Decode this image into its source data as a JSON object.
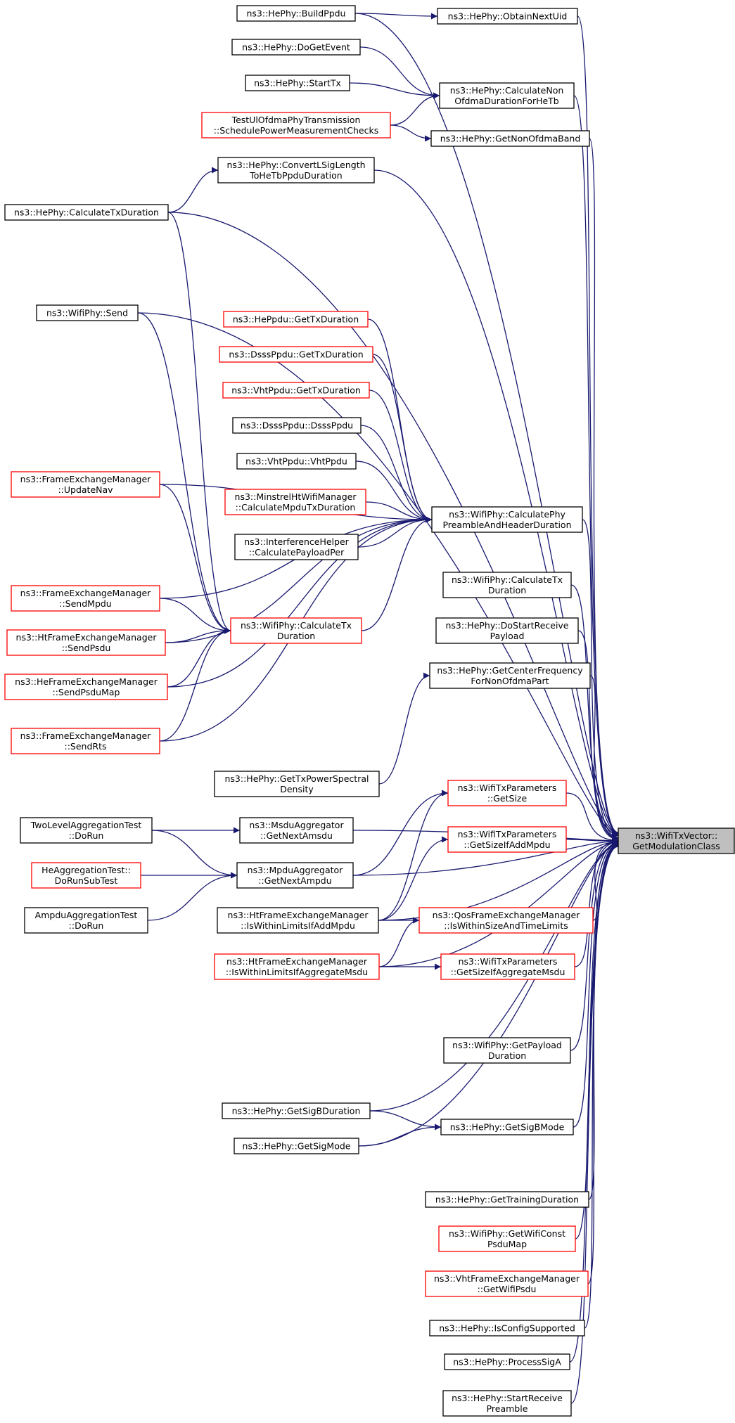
{
  "colors": {
    "edge": "#191970",
    "border_normal": "#000000",
    "border_truncated": "#ff0000",
    "root_fill": "#bfbfbf",
    "node_fill": "#ffffff"
  },
  "root_id": "gmc",
  "nodes": [
    {
      "id": "gmc",
      "lines": [
        "ns3::WifiTxVector::",
        "GetModulationClass"
      ],
      "style": "root"
    },
    {
      "id": "buildppdu",
      "lines": [
        "ns3::HePhy::BuildPpdu"
      ],
      "style": "normal"
    },
    {
      "id": "obtainnextuid",
      "lines": [
        "ns3::HePhy::ObtainNextUid"
      ],
      "style": "normal"
    },
    {
      "id": "dogetevent",
      "lines": [
        "ns3::HePhy::DoGetEvent"
      ],
      "style": "normal"
    },
    {
      "id": "starttx",
      "lines": [
        "ns3::HePhy::StartTx"
      ],
      "style": "normal"
    },
    {
      "id": "calcnonofdma",
      "lines": [
        "ns3::HePhy::CalculateNon",
        "OfdmaDurationForHeTb"
      ],
      "style": "normal"
    },
    {
      "id": "testul",
      "lines": [
        "TestUlOfdmaPhyTransmission",
        "::SchedulePowerMeasurementChecks"
      ],
      "style": "truncated"
    },
    {
      "id": "getnonofdmaband",
      "lines": [
        "ns3::HePhy::GetNonOfdmaBand"
      ],
      "style": "normal"
    },
    {
      "id": "convertlsig",
      "lines": [
        "ns3::HePhy::ConvertLSigLength",
        "ToHeTbPpduDuration"
      ],
      "style": "normal"
    },
    {
      "id": "hephycalctx",
      "lines": [
        "ns3::HePhy::CalculateTxDuration"
      ],
      "style": "normal"
    },
    {
      "id": "wifiphysend",
      "lines": [
        "ns3::WifiPhy::Send"
      ],
      "style": "normal"
    },
    {
      "id": "heppdu",
      "lines": [
        "ns3::HePpdu::GetTxDuration"
      ],
      "style": "truncated"
    },
    {
      "id": "dsssppdutx",
      "lines": [
        "ns3::DsssPpdu::GetTxDuration"
      ],
      "style": "truncated"
    },
    {
      "id": "vhtppdutx",
      "lines": [
        "ns3::VhtPpdu::GetTxDuration"
      ],
      "style": "truncated"
    },
    {
      "id": "dsssppductor",
      "lines": [
        "ns3::DsssPpdu::DsssPpdu"
      ],
      "style": "normal"
    },
    {
      "id": "vhtppductor",
      "lines": [
        "ns3::VhtPpdu::VhtPpdu"
      ],
      "style": "normal"
    },
    {
      "id": "updatenav",
      "lines": [
        "ns3::FrameExchangeManager",
        "::UpdateNav"
      ],
      "style": "truncated"
    },
    {
      "id": "minstrel",
      "lines": [
        "ns3::MinstrelHtWifiManager",
        "::CalculateMpduTxDuration"
      ],
      "style": "truncated"
    },
    {
      "id": "calcpreamble",
      "lines": [
        "ns3::WifiPhy::CalculatePhy",
        "PreambleAndHeaderDuration"
      ],
      "style": "normal"
    },
    {
      "id": "interference",
      "lines": [
        "ns3::InterferenceHelper",
        "::CalculatePayloadPer"
      ],
      "style": "normal"
    },
    {
      "id": "sendmpdu",
      "lines": [
        "ns3::FrameExchangeManager",
        "::SendMpdu"
      ],
      "style": "truncated"
    },
    {
      "id": "wifiphycalctxstatic",
      "lines": [
        "ns3::WifiPhy::CalculateTx",
        "Duration"
      ],
      "style": "normal"
    },
    {
      "id": "dostartreceive",
      "lines": [
        "ns3::HePhy::DoStartReceive",
        "Payload"
      ],
      "style": "normal"
    },
    {
      "id": "htsendpsdu",
      "lines": [
        "ns3::HtFrameExchangeManager",
        "::SendPsdu"
      ],
      "style": "truncated"
    },
    {
      "id": "wifiphycalctx",
      "lines": [
        "ns3::WifiPhy::CalculateTx",
        "Duration"
      ],
      "style": "truncated"
    },
    {
      "id": "hesendpsdumap",
      "lines": [
        "ns3::HeFrameExchangeManager",
        "::SendPsduMap"
      ],
      "style": "truncated"
    },
    {
      "id": "getcenterfreq",
      "lines": [
        "ns3::HePhy::GetCenterFrequency",
        "ForNonOfdmaPart"
      ],
      "style": "normal"
    },
    {
      "id": "sendrts",
      "lines": [
        "ns3::FrameExchangeManager",
        "::SendRts"
      ],
      "style": "truncated"
    },
    {
      "id": "gettxpsd",
      "lines": [
        "ns3::HePhy::GetTxPowerSpectral",
        "Density"
      ],
      "style": "normal"
    },
    {
      "id": "getsize",
      "lines": [
        "ns3::WifiTxParameters",
        "::GetSize"
      ],
      "style": "truncated"
    },
    {
      "id": "twolevel",
      "lines": [
        "TwoLevelAggregationTest",
        "::DoRun"
      ],
      "style": "normal"
    },
    {
      "id": "msdunext",
      "lines": [
        "ns3::MsduAggregator",
        "::GetNextAmsdu"
      ],
      "style": "normal"
    },
    {
      "id": "getsizeaddmpdu",
      "lines": [
        "ns3::WifiTxParameters",
        "::GetSizeIfAddMpdu"
      ],
      "style": "truncated"
    },
    {
      "id": "heaggtest",
      "lines": [
        "HeAggregationTest::",
        "DoRunSubTest"
      ],
      "style": "truncated"
    },
    {
      "id": "mpdunext",
      "lines": [
        "ns3::MpduAggregator",
        "::GetNextAmpdu"
      ],
      "style": "normal"
    },
    {
      "id": "ampdutest",
      "lines": [
        "AmpduAggregationTest",
        "::DoRun"
      ],
      "style": "normal"
    },
    {
      "id": "qoswithin",
      "lines": [
        "ns3::QosFrameExchangeManager",
        "::IsWithinSizeAndTimeLimits"
      ],
      "style": "truncated"
    },
    {
      "id": "htwithinmpdu",
      "lines": [
        "ns3::HtFrameExchangeManager",
        "::IsWithinLimitsIfAddMpdu"
      ],
      "style": "normal"
    },
    {
      "id": "htwithinmsdu",
      "lines": [
        "ns3::HtFrameExchangeManager",
        "::IsWithinLimitsIfAggregateMsdu"
      ],
      "style": "truncated"
    },
    {
      "id": "getsizeaggmsdu",
      "lines": [
        "ns3::WifiTxParameters",
        "::GetSizeIfAggregateMsdu"
      ],
      "style": "truncated"
    },
    {
      "id": "getpayload",
      "lines": [
        "ns3::WifiPhy::GetPayload",
        "Duration"
      ],
      "style": "normal"
    },
    {
      "id": "getsigbdur",
      "lines": [
        "ns3::HePhy::GetSigBDuration"
      ],
      "style": "normal"
    },
    {
      "id": "getsigbmode",
      "lines": [
        "ns3::HePhy::GetSigBMode"
      ],
      "style": "normal"
    },
    {
      "id": "getsigmode",
      "lines": [
        "ns3::HePhy::GetSigMode"
      ],
      "style": "normal"
    },
    {
      "id": "gettraining",
      "lines": [
        "ns3::HePhy::GetTrainingDuration"
      ],
      "style": "normal"
    },
    {
      "id": "getwificonst",
      "lines": [
        "ns3::WifiPhy::GetWifiConst",
        "PsduMap"
      ],
      "style": "truncated"
    },
    {
      "id": "vhtgetwifipsdu",
      "lines": [
        "ns3::VhtFrameExchangeManager",
        "::GetWifiPsdu"
      ],
      "style": "truncated"
    },
    {
      "id": "isconfig",
      "lines": [
        "ns3::HePhy::IsConfigSupported"
      ],
      "style": "normal"
    },
    {
      "id": "processsiga",
      "lines": [
        "ns3::HePhy::ProcessSigA"
      ],
      "style": "normal"
    },
    {
      "id": "startreceive",
      "lines": [
        "ns3::HePhy::StartReceive",
        "Preamble"
      ],
      "style": "normal"
    }
  ],
  "edges": [
    [
      "buildppdu",
      "obtainnextuid"
    ],
    [
      "buildppdu",
      "gmc"
    ],
    [
      "obtainnextuid",
      "gmc"
    ],
    [
      "dogetevent",
      "calcnonofdma"
    ],
    [
      "starttx",
      "calcnonofdma"
    ],
    [
      "testul",
      "calcnonofdma"
    ],
    [
      "testul",
      "getnonofdmaband"
    ],
    [
      "calcnonofdma",
      "gmc"
    ],
    [
      "getnonofdmaband",
      "gmc"
    ],
    [
      "hephycalctx",
      "convertlsig"
    ],
    [
      "convertlsig",
      "gmc"
    ],
    [
      "hephycalctx",
      "gmc"
    ],
    [
      "hephycalctx",
      "wifiphycalctx"
    ],
    [
      "wifiphysend",
      "gmc"
    ],
    [
      "wifiphysend",
      "wifiphycalctx"
    ],
    [
      "heppdu",
      "calcpreamble"
    ],
    [
      "dsssppdutx",
      "calcpreamble"
    ],
    [
      "vhtppdutx",
      "calcpreamble"
    ],
    [
      "dsssppductor",
      "calcpreamble"
    ],
    [
      "vhtppductor",
      "calcpreamble"
    ],
    [
      "minstrel",
      "calcpreamble"
    ],
    [
      "interference",
      "calcpreamble"
    ],
    [
      "updatenav",
      "calcpreamble"
    ],
    [
      "updatenav",
      "wifiphycalctx"
    ],
    [
      "sendmpdu",
      "calcpreamble"
    ],
    [
      "sendmpdu",
      "wifiphycalctx"
    ],
    [
      "htsendpsdu",
      "wifiphycalctx"
    ],
    [
      "htsendpsdu",
      "calcpreamble"
    ],
    [
      "hesendpsdumap",
      "wifiphycalctx"
    ],
    [
      "hesendpsdumap",
      "calcpreamble"
    ],
    [
      "sendrts",
      "wifiphycalctx"
    ],
    [
      "sendrts",
      "calcpreamble"
    ],
    [
      "wifiphycalctx",
      "calcpreamble"
    ],
    [
      "calcpreamble",
      "gmc"
    ],
    [
      "wifiphycalctxstatic",
      "gmc"
    ],
    [
      "dostartreceive",
      "gmc"
    ],
    [
      "gettxpsd",
      "getcenterfreq"
    ],
    [
      "getcenterfreq",
      "gmc"
    ],
    [
      "msdunext",
      "gmc"
    ],
    [
      "mpdunext",
      "gmc"
    ],
    [
      "twolevel",
      "msdunext"
    ],
    [
      "twolevel",
      "mpdunext"
    ],
    [
      "heaggtest",
      "mpdunext"
    ],
    [
      "ampdutest",
      "mpdunext"
    ],
    [
      "mpdunext",
      "getsize"
    ],
    [
      "htwithinmpdu",
      "getsize"
    ],
    [
      "htwithinmpdu",
      "getsizeaddmpdu"
    ],
    [
      "htwithinmpdu",
      "gmc"
    ],
    [
      "htwithinmpdu",
      "qoswithin"
    ],
    [
      "getsize",
      "gmc"
    ],
    [
      "getsizeaddmpdu",
      "gmc"
    ],
    [
      "qoswithin",
      "gmc"
    ],
    [
      "htwithinmsdu",
      "qoswithin"
    ],
    [
      "htwithinmsdu",
      "getsizeaggmsdu"
    ],
    [
      "htwithinmsdu",
      "gmc"
    ],
    [
      "getsizeaggmsdu",
      "gmc"
    ],
    [
      "getpayload",
      "gmc"
    ],
    [
      "getsigbdur",
      "getsigbmode"
    ],
    [
      "getsigbdur",
      "gmc"
    ],
    [
      "getsigmode",
      "getsigbmode"
    ],
    [
      "getsigmode",
      "gmc"
    ],
    [
      "getsigbmode",
      "gmc"
    ],
    [
      "gettraining",
      "gmc"
    ],
    [
      "getwificonst",
      "gmc"
    ],
    [
      "vhtgetwifipsdu",
      "gmc"
    ],
    [
      "isconfig",
      "gmc"
    ],
    [
      "processsiga",
      "gmc"
    ],
    [
      "startreceive",
      "gmc"
    ]
  ]
}
